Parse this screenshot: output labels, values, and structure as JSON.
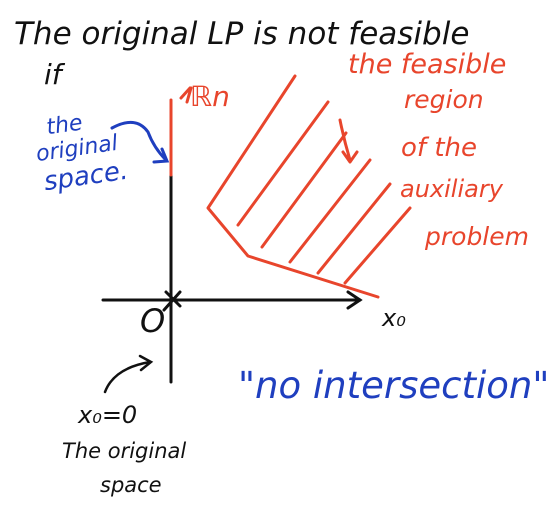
{
  "heading": {
    "line1": "The original LP is not feasible",
    "line2": "if"
  },
  "axes": {
    "vertical_label": "ℝn",
    "origin_label": "O",
    "horizontal_label": "x₀"
  },
  "labels": {
    "original_space_arrow": [
      "the",
      "original",
      "space."
    ],
    "feasible_region": [
      "the feasible",
      "region",
      "of the",
      "auxiliary",
      "problem"
    ],
    "x0_equals_zero": "x₀=0",
    "original_space_below": [
      "The original",
      "space"
    ],
    "no_intersection": "\"no intersection\""
  },
  "colors": {
    "ink_black": "#111111",
    "ink_red": "#e8452c",
    "ink_blue": "#1f3fbf"
  }
}
